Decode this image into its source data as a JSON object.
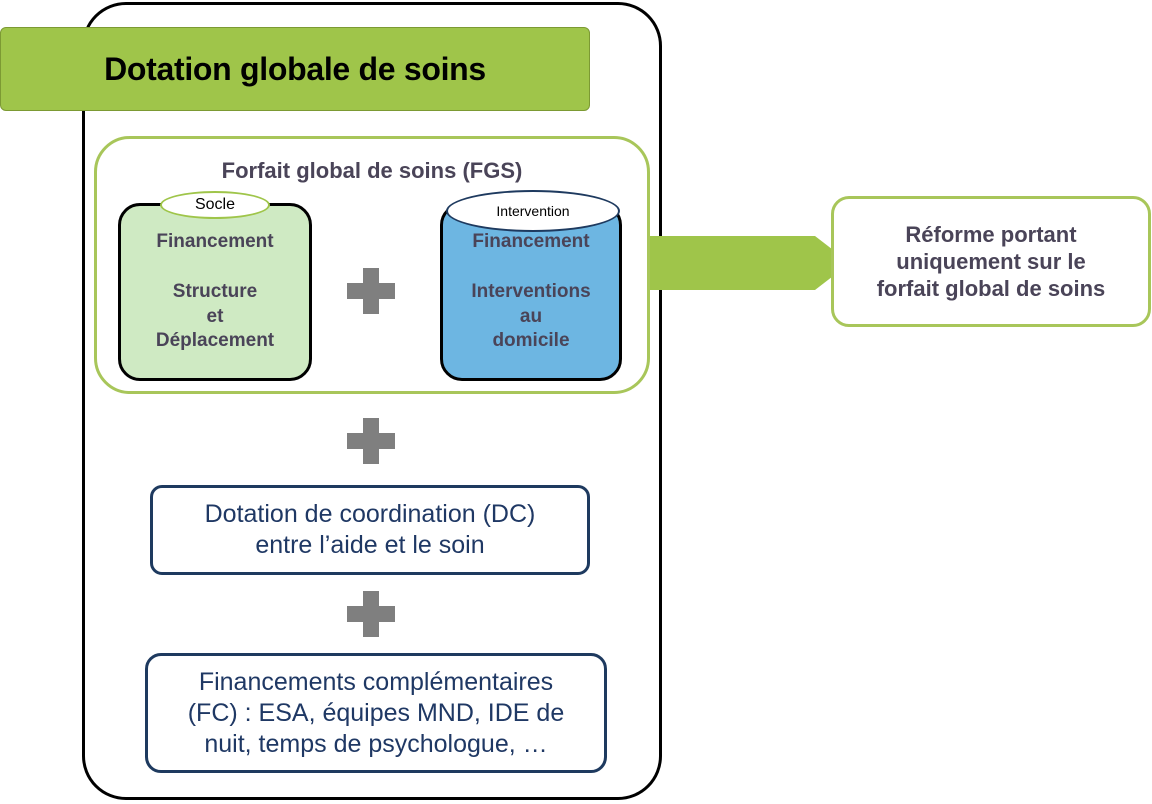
{
  "banner": {
    "title": "Dotation globale de soins"
  },
  "fgs": {
    "title": "Forfait global de soins (FGS)",
    "socle": {
      "tab": "Socle",
      "heading": "Financement",
      "body": [
        "Structure",
        "et",
        "Déplacement"
      ]
    },
    "intervention": {
      "tab": "Intervention",
      "heading": "Financement",
      "body": [
        "Interventions",
        "au",
        "domicile"
      ]
    }
  },
  "reform": {
    "lines": [
      "Réforme portant",
      "uniquement sur le",
      "forfait global de soins"
    ]
  },
  "dc": {
    "lines": [
      "Dotation de coordination (DC)",
      "entre l’aide et le soin"
    ]
  },
  "fc": {
    "lines": [
      "Financements complémentaires",
      "(FC) : ESA, équipes MND, IDE de",
      "nuit, temps de psychologue, …"
    ]
  },
  "colors": {
    "banner_green": "#9fc54a",
    "frame_green": "#a8c65a",
    "socle_fill": "#cfeac3",
    "intervention_fill": "#6db6e2",
    "navy_text": "#1f3864",
    "plus_gray": "#7f7f7f"
  },
  "icons": [
    "plus-icon",
    "right-arrow-icon"
  ]
}
